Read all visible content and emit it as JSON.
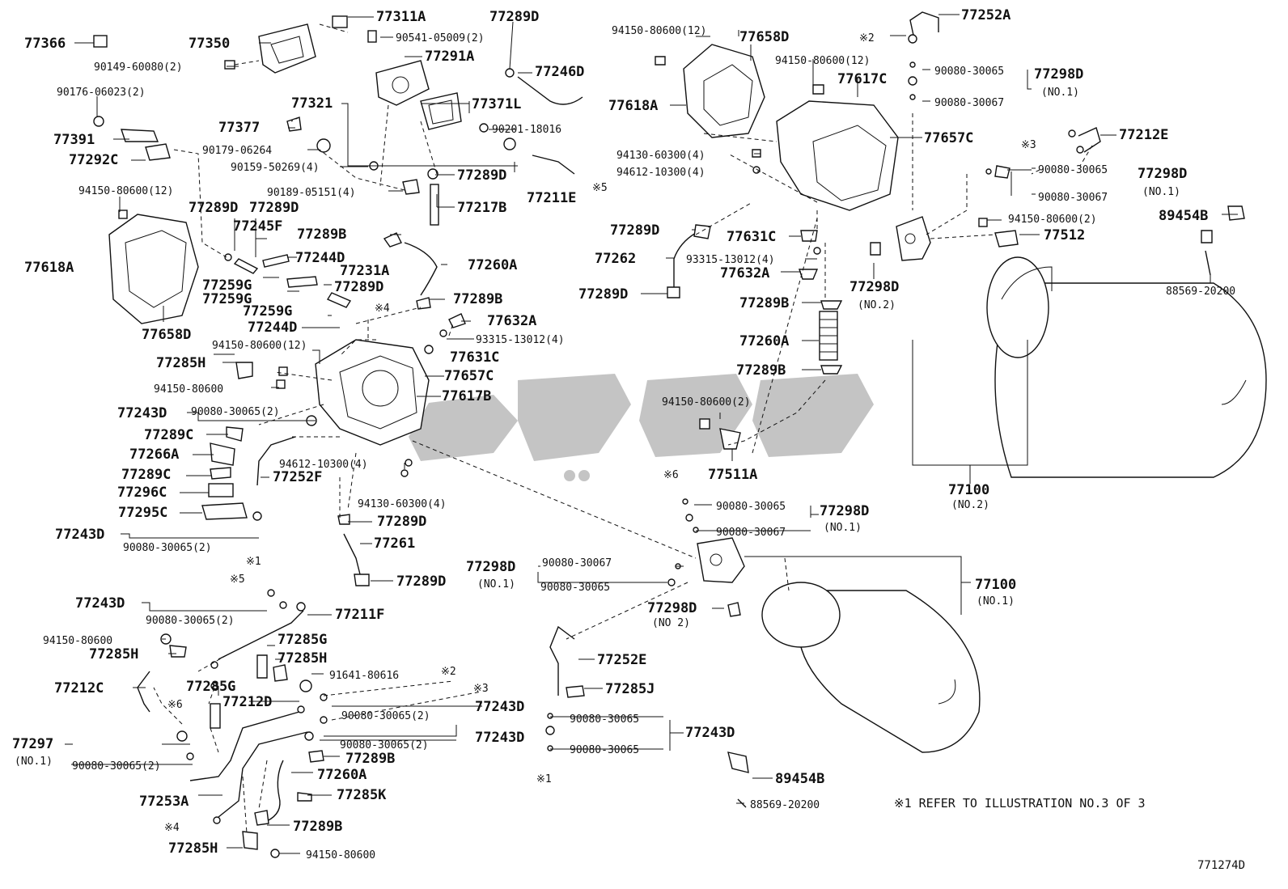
{
  "diagram_code": "771274D",
  "footnote": "※1 REFER TO ILLUSTRATION NO.3 OF 3",
  "labels": {
    "l01": "77366",
    "l02": "77350",
    "l03": "90149-60080(2)",
    "l04": "77311A",
    "l05": "90541-05009(2)",
    "l06": "77289D",
    "l07": "77291A",
    "l08": "77246D",
    "l09": "90176-06023(2)",
    "l10": "77321",
    "l11": "77371L",
    "l12": "90201-18016",
    "l13": "77391",
    "l14": "77292C",
    "l15": "77377",
    "l16": "90179-06264",
    "l17": "90159-50269(4)",
    "l18": "77289D",
    "l19": "94150-80600(12)",
    "l20": "90189-05151(4)",
    "l21": "77211E",
    "l22": "※5",
    "l23": "77217B",
    "l24": "77289D",
    "l25": "77289D",
    "l26": "77245F",
    "l27": "77618A",
    "l28": "77289B",
    "l29": "77244D",
    "l30": "77260A",
    "l31": "77231A",
    "l32": "77259G",
    "l33": "77289D",
    "l34": "77259G",
    "l35": "77259G",
    "l36": "※4",
    "l37": "77289B",
    "l38": "77244D",
    "l39": "77632A",
    "l40": "77658D",
    "l41": "94150-80600(12)",
    "l42": "93315-13012(4)",
    "l43": "77285H",
    "l44": "77631C",
    "l45": "77657C",
    "l46": "94150-80600",
    "l47": "77617B",
    "l48": "77243D",
    "l49": "90080-30065(2)",
    "l50": "77289C",
    "l51": "77266A",
    "l52": "94612-10300(4)",
    "l53": "77289C",
    "l54": "77252F",
    "l55": "77296C",
    "l56": "94130-60300(4)",
    "l57": "77295C",
    "l58": "77289D",
    "l59": "77243D",
    "l60": "90080-30065(2)",
    "l61": "77261",
    "l62": "※1",
    "l63": "77289D",
    "l64": "※5",
    "l65": "77243D",
    "l66": "77211F",
    "l67": "90080-30065(2)",
    "l68": "94150-80600",
    "l69": "77285G",
    "l70": "77285H",
    "l71": "77285H",
    "l72": "91641-80616",
    "l73": "※2",
    "l74": "77212C",
    "l75": "77285G",
    "l76": "※3",
    "l77": "77212D",
    "l78": "77243D",
    "l79": "※6",
    "l80": "90080-30065(2)",
    "l81": "77297",
    "l82": "(NO.1)",
    "l83": "90080-30065(2)",
    "l84": "90080-30065(2)",
    "l85": "77243D",
    "l86": "77289B",
    "l87": "77260A",
    "l88": "77253A",
    "l89": "77285K",
    "l90": "※4",
    "l91": "77289B",
    "l92": "77285H",
    "l93": "94150-80600",
    "l94": "94150-80600(12)",
    "l95": "77658D",
    "l96": "94150-80600(12)",
    "l97": "77617C",
    "l98": "77618A",
    "l99": "94130-60300(4)",
    "l100": "94612-10300(4)",
    "l101": "77657C",
    "l102": "77289D",
    "l103": "77631C",
    "l104": "77262",
    "l105": "93315-13012(4)",
    "l106": "77632A",
    "l107": "77289D",
    "l108": "77289B",
    "l109": "77260A",
    "l110": "77289B",
    "l111": "94150-80600(2)",
    "l112": "77511A",
    "l113": "77252A",
    "l114": "※2",
    "l115": "90080-30065",
    "l116": "77298D",
    "l117": "(NO.1)",
    "l118": "90080-30067",
    "l119": "77212E",
    "l120": "※3",
    "l121": "90080-30065",
    "l122": "77298D",
    "l123": "(NO.1)",
    "l124": "90080-30067",
    "l125": "94150-80600(2)",
    "l126": "89454B",
    "l127": "77512",
    "l128": "77298D",
    "l129": "(NO.2)",
    "l130": "88569-20200",
    "l131": "77100",
    "l132": "(NO.2)",
    "l133": "※6",
    "l134": "90080-30065",
    "l135": "77298D",
    "l136": "(NO.1)",
    "l137": "90080-30067",
    "l138": "77298D",
    "l139": "90080-30067",
    "l140": "(NO.1)",
    "l141": "90080-30065",
    "l142": "77100",
    "l143": "(NO.1)",
    "l144": "77298D",
    "l145": "(NO 2)",
    "l146": "77252E",
    "l147": "77285J",
    "l148": "90080-30065",
    "l149": "77243D",
    "l150": "90080-30065",
    "l151": "※1",
    "l152": "89454B",
    "l153": "88569-20200"
  }
}
